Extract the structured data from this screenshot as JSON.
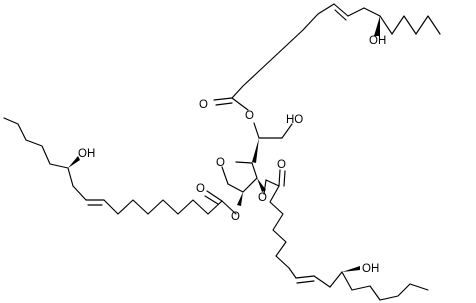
{
  "molecule": {
    "atom_labels": {
      "oh_top_chain": "OH",
      "oh_left_chain": "OH",
      "oh_bottom_chain": "OH",
      "oh_primary": "HO",
      "o_ester_top": "O",
      "o_ester_top_carbonyl": "O",
      "o_ester_left": "O",
      "o_ester_left_carbonyl": "O",
      "o_ester_right": "O",
      "o_ester_right_carbonyl": "O",
      "o_ring": "O"
    },
    "colors": {
      "bond": "#000000",
      "label": "#000000",
      "background": "#ffffff"
    }
  }
}
